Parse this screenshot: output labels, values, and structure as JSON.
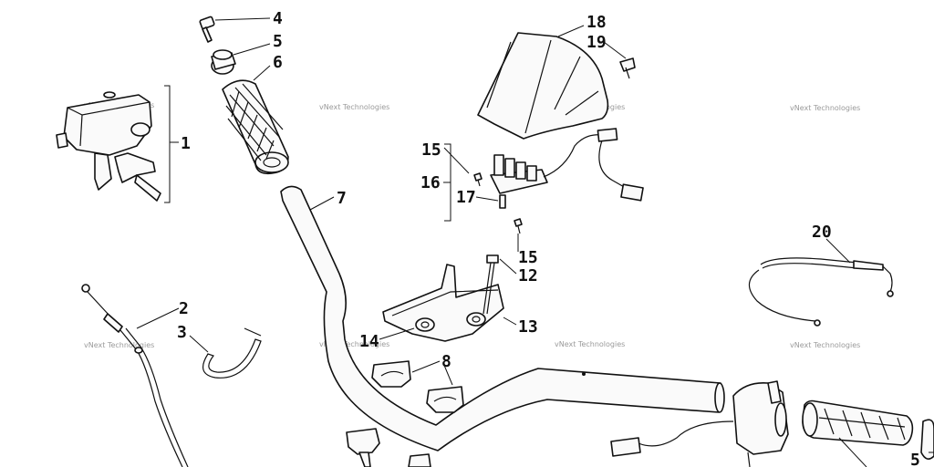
{
  "callouts": {
    "c1": "1",
    "c2": "2",
    "c3": "3",
    "c4": "4",
    "c5": "5",
    "c5b": "5",
    "c6": "6",
    "c7": "7",
    "c8": "8",
    "c12": "12",
    "c13": "13",
    "c14": "14",
    "c15a": "15",
    "c15b": "15",
    "c16": "16",
    "c17": "17",
    "c18": "18",
    "c19": "19",
    "c20": "20"
  },
  "watermark": {
    "text": "vNext Technologies"
  }
}
